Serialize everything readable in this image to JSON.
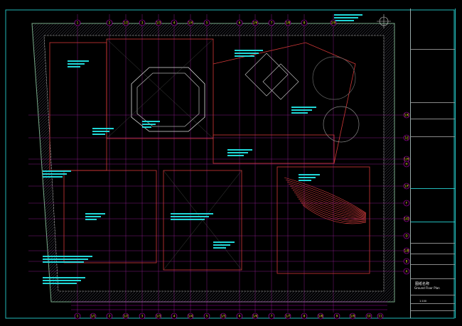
{
  "drawing": {
    "title_cn": "图纸名称",
    "title_en": "Ground Floor Plan",
    "scale": "1:100"
  },
  "axes": {
    "top": [
      "1",
      "2",
      "1/2",
      "3",
      "1/3",
      "4",
      "1/4",
      "5",
      "6",
      "2/6",
      "7",
      "1/8",
      "8",
      "2/9"
    ],
    "bottom": [
      "1",
      "1/1",
      "2",
      "1/2",
      "3",
      "1/3",
      "4",
      "1/4",
      "5",
      "1/5",
      "6",
      "1/6",
      "7",
      "1/7",
      "8",
      "1/8",
      "9",
      "1/9",
      "10",
      "11"
    ],
    "right": [
      "1/K",
      "1/J",
      "1/H",
      "H",
      "1/F",
      "F",
      "1/D",
      "D",
      "1/B",
      "B",
      "A"
    ]
  },
  "colors": {
    "frame": "#22b8b8",
    "grid": "#d020d0",
    "wall": "#e04040",
    "text": "#20e0e0",
    "axis": "#e8e020"
  }
}
